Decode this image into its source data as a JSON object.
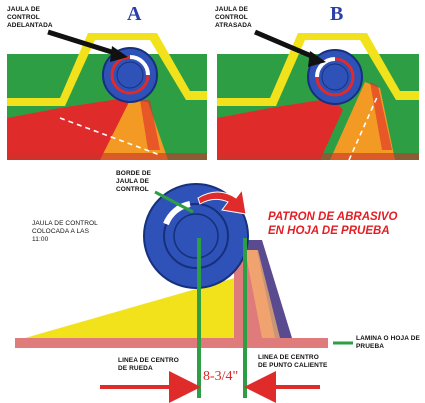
{
  "panel_a": {
    "letter": "A",
    "label": "JAULA DE CONTROL ADELANTADA"
  },
  "panel_b": {
    "letter": "B",
    "label": "JAULA DE CONTROL ATRASADA"
  },
  "bottom": {
    "cage_edge_label": "BORDE DE JAULA DE CONTROL",
    "cage_position_label": "JAULA DE CONTROL COLOCADA A LAS 11:00",
    "title": "PATRON DE ABRASIVO EN HOJA DE PRUEBA",
    "sheet_label": "LAMINA O HOJA DE PRUEBA",
    "wheel_centerline_label": "LINEA DE CENTRO DE RUEDA",
    "hotspot_centerline_label": "LINEA DE CENTRO DE PUNTO CALIENTE",
    "measurement": "8-3/4\""
  },
  "colors": {
    "green": "#2e9e45",
    "yellow": "#f2e21c",
    "red": "#e02b2b",
    "orange": "#f29a23",
    "blue": "#2e52b8",
    "dark_blue": "#16307e",
    "pink": "#e07b7b",
    "light_orange": "#f6b56b",
    "purple": "#5a4a8f",
    "title_red": "#e31e24",
    "letter_blue": "#2b3fa8"
  }
}
